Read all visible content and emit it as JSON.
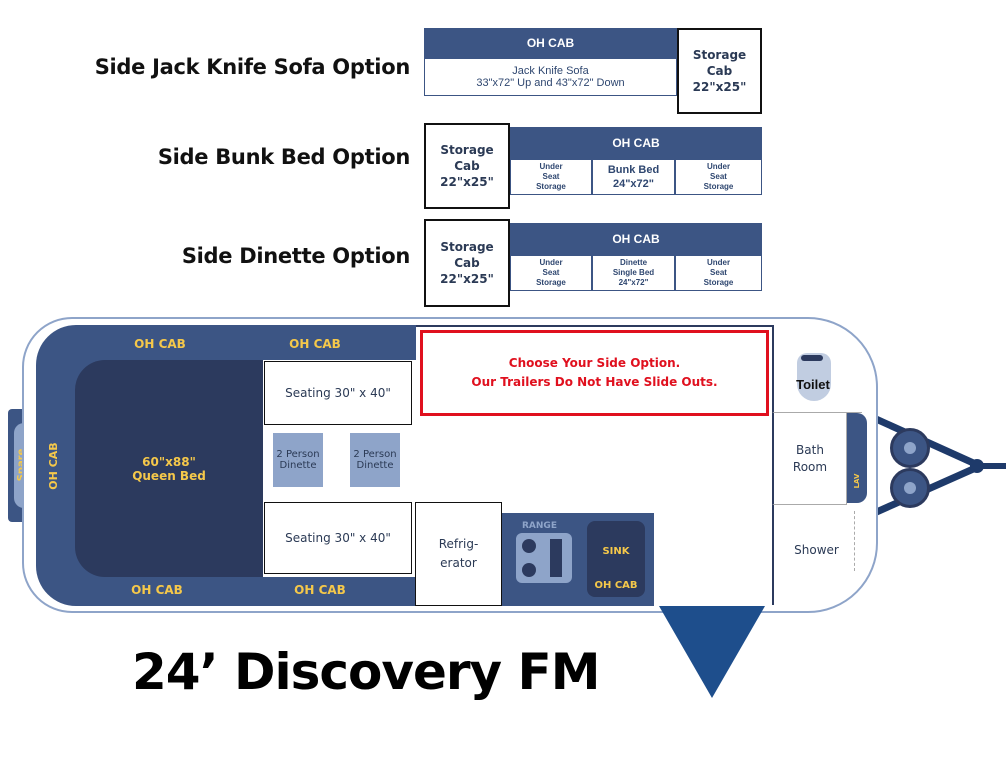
{
  "options": {
    "jackknife": {
      "title": "Side Jack Knife Sofa Option",
      "oh_cab": "OH CAB",
      "sofa_line1": "Jack Knife Sofa",
      "sofa_line2": "33\"x72\" Up and 43\"x72\" Down",
      "storage_line1": "Storage",
      "storage_line2": "Cab",
      "storage_line3": "22\"x25\""
    },
    "bunk": {
      "title": "Side Bunk Bed Option",
      "storage_line1": "Storage",
      "storage_line2": "Cab",
      "storage_line3": "22\"x25\"",
      "oh_cab": "OH CAB",
      "left_cell": [
        "Under",
        "Seat",
        "Storage"
      ],
      "mid_cell": [
        "Bunk Bed",
        "24\"x72\""
      ],
      "right_cell": [
        "Under",
        "Seat",
        "Storage"
      ]
    },
    "dinette": {
      "title": "Side Dinette Option",
      "storage_line1": "Storage",
      "storage_line2": "Cab",
      "storage_line3": "22\"x25\"",
      "oh_cab": "OH CAB",
      "left_cell": [
        "Under",
        "Seat",
        "Storage"
      ],
      "mid_cell": [
        "Dinette",
        "Single Bed",
        "24\"x72\""
      ],
      "right_cell": [
        "Under",
        "Seat",
        "Storage"
      ]
    }
  },
  "floorplan": {
    "oh_cab_top_left": "OH CAB",
    "oh_cab_top_mid": "OH CAB",
    "oh_cab_bottom_left": "OH CAB",
    "oh_cab_bottom_mid": "OH CAB",
    "oh_cab_front": "OH CAB",
    "spare": "Spare",
    "bed_line1": "60\"x88\"",
    "bed_line2": "Queen Bed",
    "seating_top": "Seating 30\" x 40\"",
    "seating_bottom": "Seating 30\" x 40\"",
    "dinette_left": [
      "2 Person",
      "Dinette"
    ],
    "dinette_right": [
      "2 Person",
      "Dinette"
    ],
    "side_option_line1": "Choose Your Side Option.",
    "side_option_line2": "Our Trailers Do Not Have Slide Outs.",
    "refrigerator_line1": "Refrig-",
    "refrigerator_line2": "erator",
    "range": "RANGE",
    "sink": "SINK",
    "kitchen_oh_cab": "OH CAB",
    "toilet": "Toilet",
    "bath_line1": "Bath",
    "bath_line2": "Room",
    "lav": "LAV",
    "shower": "Shower"
  },
  "model_name": "24’ Discovery FM",
  "colors": {
    "navy": "#3c5584",
    "dark_navy": "#2c3a5e",
    "light_blue": "#8ea4c9",
    "yellow": "#f5c84a",
    "red": "#e0101e",
    "hitch_blue": "#1e4e8c"
  }
}
